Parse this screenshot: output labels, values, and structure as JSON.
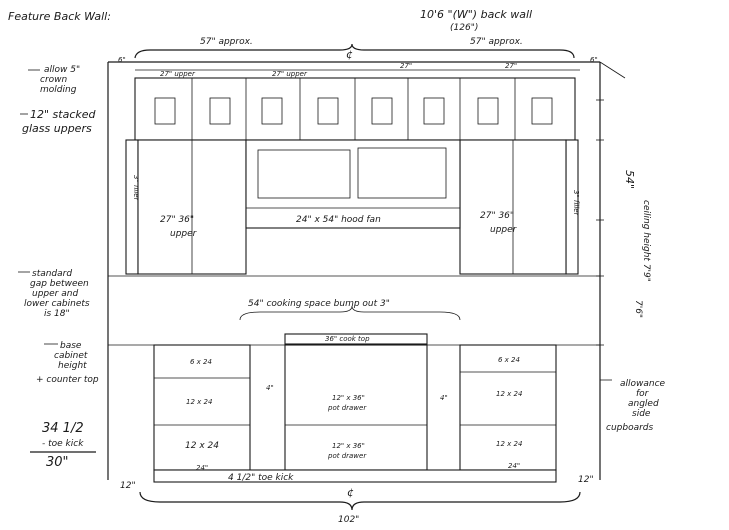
{
  "sheet": {
    "title": "Feature Back Wall:",
    "top_dim": {
      "main": "10'6 \"(W\") back wall",
      "sub": "(126\")"
    },
    "left_span": "57\" approx.",
    "right_span": "57\" approx.",
    "upper_dims": [
      "27\" upper",
      "27\" upper",
      "27\"",
      "27\""
    ],
    "corner_marks": [
      "6\"",
      "6\""
    ],
    "left_notes": [
      {
        "lines": [
          "allow 5\"",
          "crown",
          "molding"
        ]
      },
      {
        "lines": [
          "12\" stacked",
          "glass uppers"
        ]
      },
      {
        "lines": [
          "standard",
          "gap between",
          "upper and",
          "lower cabinets",
          "is 18\""
        ]
      },
      {
        "lines": [
          "base",
          "cabinet",
          "height",
          "+ counter top"
        ]
      }
    ],
    "math": {
      "line1": "34 1/2",
      "line2": "- toe kick",
      "line3": "30\""
    },
    "upper_cabinets": {
      "left": [
        "27\" 36\"",
        "upper"
      ],
      "right": [
        "27\" 36\"",
        "upper"
      ]
    },
    "fillers": {
      "left": "3\" filler",
      "right": "3\" filler"
    },
    "hood": {
      "label": "24\" x 54\" hood fan"
    },
    "cooking": {
      "label": "54\" cooking space bump out 3\""
    },
    "cooktop": {
      "label": "36\" cook top"
    },
    "drawers": {
      "top": [
        "12\" x 36\"",
        "pot drawer"
      ],
      "bottom": [
        "12\" x 36\"",
        "pot drawer"
      ]
    },
    "left_base": [
      "6 x 24",
      "12 x 24",
      "12 x 24"
    ],
    "right_base": [
      "6 x 24",
      "12 x 24",
      "12 x 24"
    ],
    "gaps": [
      "4\"",
      "4\""
    ],
    "base_widths": [
      "24\"",
      "24\""
    ],
    "toe_kick": "4 1/2\" toe kick",
    "bottom_dim": "102\"",
    "side_dims": [
      "12\"",
      "12\""
    ],
    "right_notes": {
      "ceiling": "ceiling height 7'9\"",
      "height": "54\"",
      "lower": "7'6\"",
      "allowance": [
        "allowance",
        "for",
        "angled",
        "side",
        "cupboards"
      ]
    }
  }
}
